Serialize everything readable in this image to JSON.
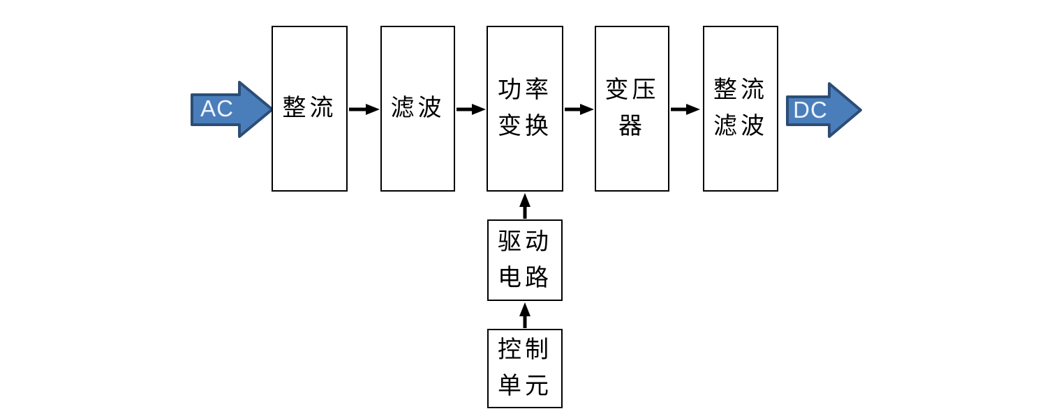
{
  "diagram": {
    "title": "switching-power-supply-block-diagram",
    "input_label": "AC",
    "output_label": "DC",
    "blocks": {
      "rectifier": "整流",
      "filter": "滤波",
      "power_conversion": "功率\n变换",
      "transformer": "变压\n器",
      "rectifier_filter": "整流\n滤波",
      "drive_circuit": "驱动\n电路",
      "control_unit": "控制\n单元"
    },
    "colors": {
      "background": "#ffffff",
      "block_border": "#000000",
      "connector": "#000000",
      "arrow_fill": "#4a7ebb",
      "arrow_stroke": "#2d4d76"
    }
  }
}
